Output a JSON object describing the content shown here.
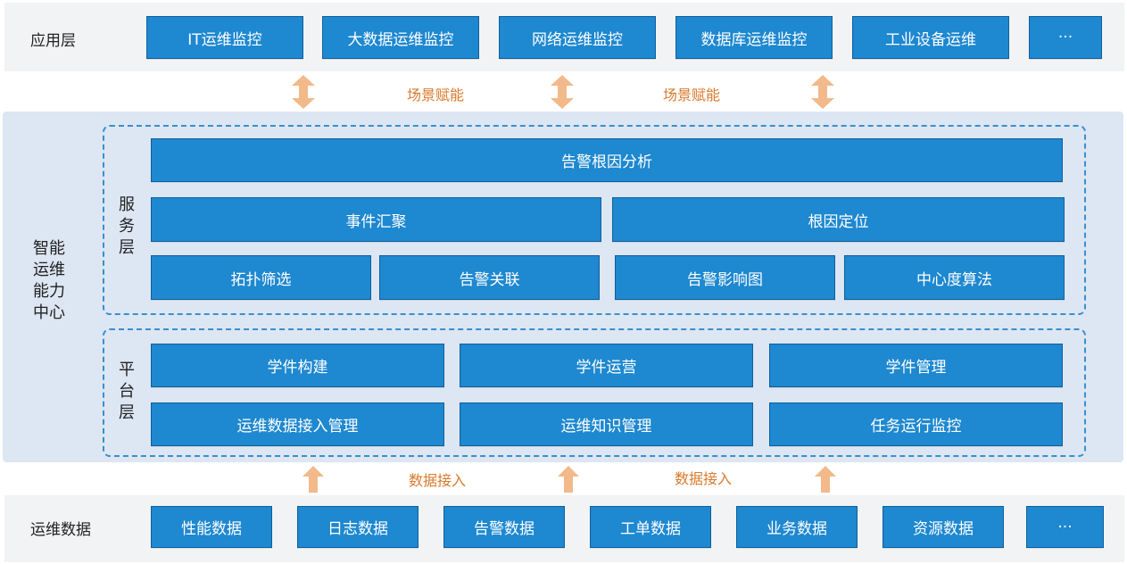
{
  "app_layer": {
    "label": "应用层",
    "items": [
      "IT运维监控",
      "大数据运维监控",
      "网络运维监控",
      "数据库运维监控",
      "工业设备运维",
      "···"
    ]
  },
  "scenario_label": "场景赋能",
  "center": {
    "label_lines": [
      "智能",
      "运维",
      "能力",
      "中心"
    ],
    "service_layer": {
      "label_chars": [
        "服",
        "务",
        "层"
      ],
      "top": "告警根因分析",
      "row2": [
        "事件汇聚",
        "根因定位"
      ],
      "row3": [
        "拓扑筛选",
        "告警关联",
        "告警影响图",
        "中心度算法"
      ]
    },
    "platform_layer": {
      "label_chars": [
        "平",
        "台",
        "层"
      ],
      "row1": [
        "学件构建",
        "学件运营",
        "学件管理"
      ],
      "row2": [
        "运维数据接入管理",
        "运维知识管理",
        "任务运行监控"
      ]
    }
  },
  "data_access_label": "数据接入",
  "data_layer": {
    "label": "运维数据",
    "items": [
      "性能数据",
      "日志数据",
      "告警数据",
      "工单数据",
      "业务数据",
      "资源数据",
      "···"
    ]
  },
  "colors": {
    "box": "#1e88d0",
    "band": "#f2f3f5",
    "center_bg": "#dde6f3",
    "dashed_border": "#3a8fce",
    "arrow": "#f2b98a",
    "note_text": "#d97a2b"
  }
}
